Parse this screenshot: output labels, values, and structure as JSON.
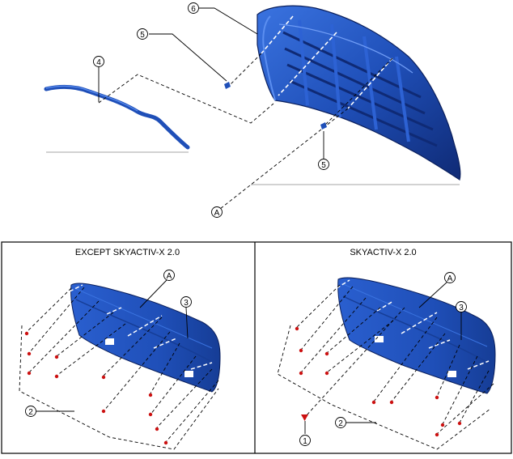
{
  "callouts": {
    "part_1": "1",
    "part_2": "2",
    "part_3": "3",
    "part_4": "4",
    "part_5": "5",
    "part_6": "6",
    "detail_a": "A"
  },
  "panels": {
    "left_title": "EXCEPT SKYACTIV-X 2.0",
    "right_title": "SKYACTIV-X 2.0"
  },
  "colors": {
    "part_blue": "#1f4fb8",
    "part_blue_light": "#3a73e0",
    "part_blue_dark": "#0f2a75",
    "clip_red": "#cc1111"
  }
}
